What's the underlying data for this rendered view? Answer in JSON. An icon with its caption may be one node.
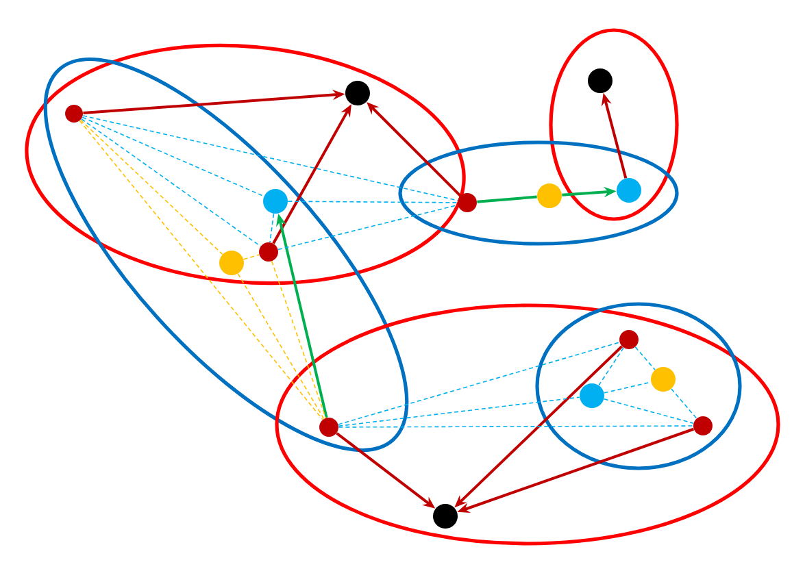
{
  "diagram": {
    "nodes": [
      {
        "text": [],
        "shape": "circle"
      },
      {
        "text": [],
        "shape": "circle"
      },
      {
        "text": [],
        "shape": "circle"
      },
      {
        "text": [],
        "shape": "circle"
      },
      {
        "text": [],
        "shape": "circle"
      },
      {
        "text": [],
        "shape": "circle"
      },
      {
        "text": [],
        "shape": "circle"
      },
      {
        "text": [],
        "shape": "circle"
      },
      {
        "text": [],
        "shape": "circle"
      },
      {
        "text": [],
        "shape": "circle"
      },
      {
        "text": [],
        "shape": "circle"
      },
      {
        "text": [],
        "shape": "circle"
      },
      {
        "text": [],
        "shape": "circle"
      },
      {
        "text": [],
        "shape": "circle"
      },
      {
        "text": [],
        "shape": "circle"
      }
    ],
    "edges": [
      {
        "from": 0,
        "to": 1,
        "arrow": "to",
        "color": "#c00000"
      },
      {
        "from": 3,
        "to": 1,
        "arrow": "to",
        "color": "#c00000"
      },
      {
        "from": 6,
        "to": 1,
        "arrow": "to",
        "color": "#c00000"
      },
      {
        "from": 8,
        "to": 5,
        "arrow": "to",
        "color": "#c00000"
      },
      {
        "from": 6,
        "to": 7,
        "arrow": "none",
        "color": "#00b050"
      },
      {
        "from": 7,
        "to": 8,
        "arrow": "to",
        "color": "#00b050"
      },
      {
        "from": 9,
        "to": 2,
        "arrow": "to",
        "color": "#00b050"
      },
      {
        "from": 9,
        "to": 14,
        "arrow": "to",
        "color": "#c00000"
      },
      {
        "from": 10,
        "to": 14,
        "arrow": "to",
        "color": "#c00000"
      },
      {
        "from": 13,
        "to": 14,
        "arrow": "to",
        "color": "#c00000"
      },
      {
        "from": 0,
        "to": 2,
        "arrow": "none",
        "style": "dashed",
        "color": "#00b0f0"
      },
      {
        "from": 0,
        "to": 6,
        "arrow": "none",
        "style": "dashed",
        "color": "#00b0f0"
      },
      {
        "from": 2,
        "to": 6,
        "arrow": "none",
        "style": "dashed",
        "color": "#00b0f0"
      },
      {
        "from": 3,
        "to": 6,
        "arrow": "none",
        "style": "dashed",
        "color": "#00b0f0"
      },
      {
        "from": 0,
        "to": 3,
        "arrow": "none",
        "style": "dashed",
        "color": "#00b0f0"
      },
      {
        "from": 2,
        "to": 3,
        "arrow": "none",
        "style": "dashed",
        "color": "#00b0f0"
      },
      {
        "from": 0,
        "to": 4,
        "arrow": "none",
        "style": "dashed",
        "color": "#ffc000"
      },
      {
        "from": 0,
        "to": 9,
        "arrow": "none",
        "style": "dashed",
        "color": "#ffc000"
      },
      {
        "from": 4,
        "to": 3,
        "arrow": "none",
        "style": "dashed",
        "color": "#ffc000"
      },
      {
        "from": 4,
        "to": 9,
        "arrow": "none",
        "style": "dashed",
        "color": "#ffc000"
      },
      {
        "from": 3,
        "to": 9,
        "arrow": "none",
        "style": "dashed",
        "color": "#ffc000"
      },
      {
        "from": 9,
        "to": 10,
        "arrow": "none",
        "style": "dashed",
        "color": "#00b0f0"
      },
      {
        "from": 9,
        "to": 11,
        "arrow": "none",
        "style": "dashed",
        "color": "#00b0f0"
      },
      {
        "from": 9,
        "to": 13,
        "arrow": "none",
        "style": "dashed",
        "color": "#00b0f0"
      },
      {
        "from": 10,
        "to": 11,
        "arrow": "none",
        "style": "dashed",
        "color": "#00b0f0"
      },
      {
        "from": 10,
        "to": 12,
        "arrow": "none",
        "style": "dashed",
        "color": "#00b0f0"
      },
      {
        "from": 12,
        "to": 13,
        "arrow": "none",
        "style": "dashed",
        "color": "#00b0f0"
      },
      {
        "from": 11,
        "to": 12,
        "arrow": "none",
        "style": "dashed",
        "color": "#00b0f0"
      },
      {
        "from": 11,
        "to": 13,
        "arrow": "none",
        "style": "dashed",
        "color": "#00b0f0"
      }
    ]
  }
}
